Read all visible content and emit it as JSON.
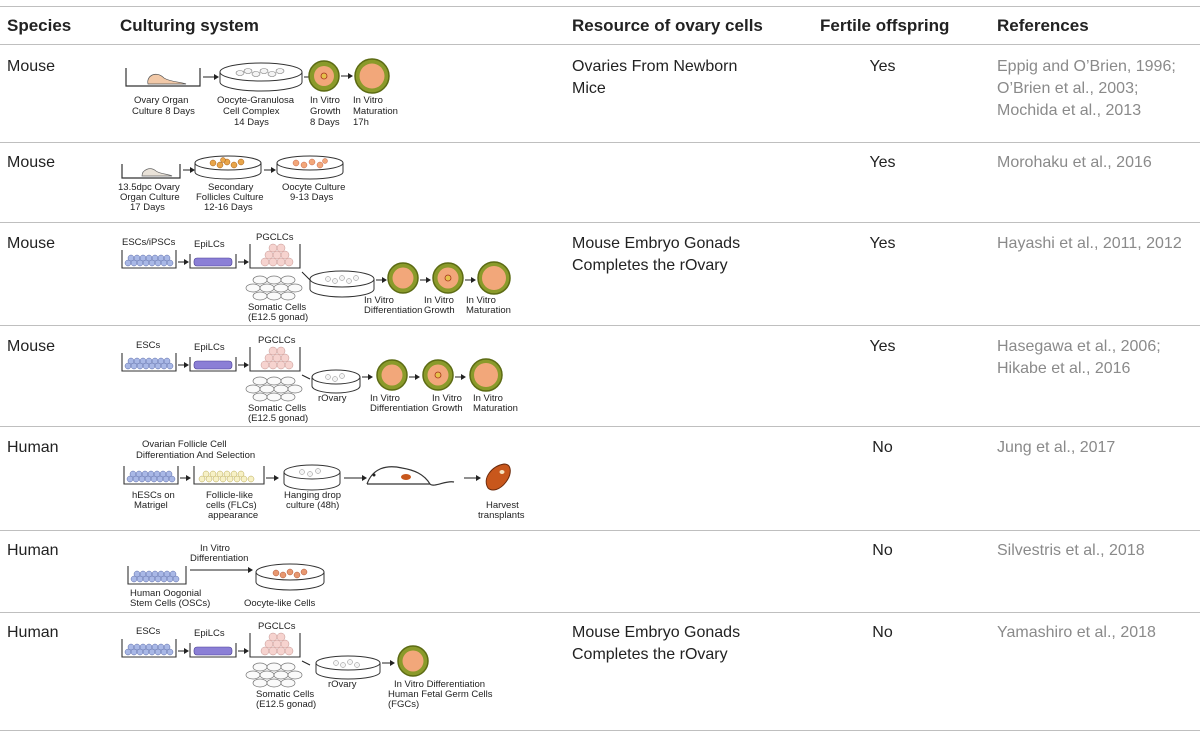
{
  "headers": {
    "species": "Species",
    "culturing": "Culturing system",
    "resource": "Resource of ovary cells",
    "fertile": "Fertile offspring",
    "references": "References"
  },
  "rows": [
    {
      "species": "Mouse",
      "resource": [
        "Ovaries From Newborn",
        "Mice"
      ],
      "fertile": "Yes",
      "references": [
        "Eppig and O’Brien, 1996;",
        "O’Brien et al., 2003;",
        "Mochida et al., 2013"
      ],
      "diagram_labels": {
        "a": [
          "Ovary Organ",
          "Culture 8 Days"
        ],
        "b": [
          "Oocyte-Granulosa",
          "Cell Complex",
          "14 Days"
        ],
        "c": [
          "In Vitro",
          "Growth",
          "8 Days"
        ],
        "d": [
          "In Vitro",
          "Maturation",
          "17h"
        ]
      }
    },
    {
      "species": "Mouse",
      "resource": [],
      "fertile": "Yes",
      "references": [
        "Morohaku et al., 2016"
      ],
      "diagram_labels": {
        "a": [
          "13.5dpc Ovary",
          "Organ Culture",
          "17 Days"
        ],
        "b": [
          "Secondary",
          "Follicles Culture",
          "12-16 Days"
        ],
        "c": [
          "Oocyte Culture",
          "9-13 Days"
        ]
      }
    },
    {
      "species": "Mouse",
      "resource": [
        "Mouse Embryo Gonads",
        "Completes the rOvary"
      ],
      "fertile": "Yes",
      "references": [
        "Hayashi et al., 2011, 2012"
      ],
      "diagram_labels": {
        "esc": "ESCs/iPSCs",
        "epi": "EpiLCs",
        "pgc": "PGCLCs",
        "somatic": [
          "Somatic Cells",
          "(E12.5 gonad)"
        ],
        "diff": [
          "In Vitro",
          "Differentiation"
        ],
        "growth": [
          "In Vitro",
          "Growth"
        ],
        "mat": [
          "In Vitro",
          "Maturation"
        ]
      }
    },
    {
      "species": "Mouse",
      "resource": [],
      "fertile": "Yes",
      "references": [
        "Hasegawa et al., 2006;",
        "Hikabe et al., 2016"
      ],
      "diagram_labels": {
        "esc": "ESCs",
        "epi": "EpiLCs",
        "pgc": "PGCLCs",
        "somatic": [
          "Somatic Cells",
          "(E12.5 gonad)"
        ],
        "rovary": "rOvary",
        "diff": [
          "In Vitro",
          "Differentiation"
        ],
        "growth": [
          "In Vitro",
          "Growth"
        ],
        "mat": [
          "In Vitro",
          "Maturation"
        ]
      }
    },
    {
      "species": "Human",
      "resource": [],
      "fertile": "No",
      "references": [
        "Jung et al., 2017"
      ],
      "diagram_labels": {
        "top": [
          "Ovarian Follicle Cell",
          "Differentiation And Selection"
        ],
        "a": [
          "hESCs on",
          "Matrigel"
        ],
        "b": [
          "Follicle-like",
          "cells (FLCs)",
          "appearance"
        ],
        "c": [
          "Hanging drop",
          "culture (48h)"
        ],
        "d": [
          "Harvest",
          "transplants"
        ]
      }
    },
    {
      "species": "Human",
      "resource": [],
      "fertile": "No",
      "references": [
        "Silvestris et al., 2018"
      ],
      "diagram_labels": {
        "top": [
          "In Vitro",
          "Differentiation"
        ],
        "a": [
          "Human Oogonial",
          "Stem Cells (OSCs)"
        ],
        "b": "Oocyte-like Cells"
      }
    },
    {
      "species": "Human",
      "resource": [
        "Mouse Embryo Gonads",
        "Completes the rOvary"
      ],
      "fertile": "No",
      "references": [
        "Yamashiro et al., 2018"
      ],
      "diagram_labels": {
        "esc": "ESCs",
        "epi": "EpiLCs",
        "pgc": "PGCLCs",
        "somatic": [
          "Somatic Cells",
          "(E12.5 gonad)"
        ],
        "rovary": "rOvary",
        "final": [
          "In Vitro Differentiation",
          "Human Fetal Germ Cells",
          "(FGCs)"
        ]
      }
    }
  ]
}
